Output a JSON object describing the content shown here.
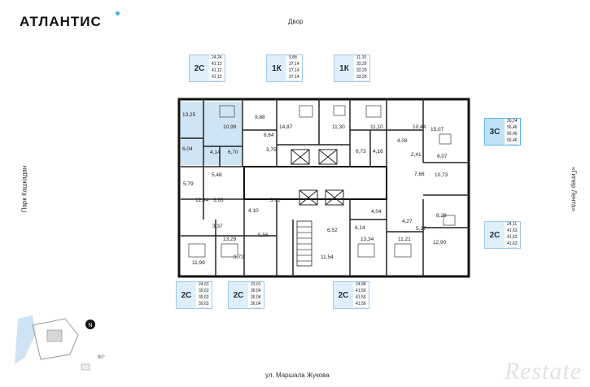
{
  "brand": {
    "name": "АТЛАНТИС",
    "accent": "#35b5e6"
  },
  "streets": {
    "top": "Двор",
    "bottom": "ул. Маршала Жукова",
    "left": "Парк Кашкадан",
    "right": "«Гипер Лента»"
  },
  "cards": [
    {
      "code": "2С",
      "values": [
        "24,24",
        "41,12",
        "41,12",
        "41,12"
      ]
    },
    {
      "code": "1К",
      "values": [
        "9,88",
        "37,14",
        "37,14",
        "37,14"
      ]
    },
    {
      "code": "1К",
      "values": [
        "11,10",
        "33,29",
        "33,29",
        "33,29"
      ]
    },
    {
      "code": "3С",
      "values": [
        "36,24",
        "56,46",
        "56,46",
        "56,46"
      ]
    },
    {
      "code": "2С",
      "values": [
        "24,11",
        "41,63",
        "41,63",
        "41,63"
      ]
    },
    {
      "code": "2С",
      "values": [
        "24,63",
        "39,63",
        "39,63",
        "39,63"
      ]
    },
    {
      "code": "2С",
      "values": [
        "23,01",
        "36,04",
        "36,04",
        "36,04"
      ]
    },
    {
      "code": "2С",
      "values": [
        "24,88",
        "41,56",
        "41,56",
        "41,56"
      ]
    }
  ],
  "rooms": [
    "13,25",
    "10,99",
    "6,04",
    "4,14",
    "6,70",
    "9,88",
    "8,64",
    "14,87",
    "3,75",
    "11,30",
    "11,10",
    "10,44",
    "15,07",
    "6,73",
    "4,16",
    "4,08",
    "2,41",
    "6,07",
    "10,73",
    "7,66",
    "5,48",
    "5,79",
    "12,94",
    "3,63",
    "3,61",
    "4,10",
    "3,37",
    "5,56",
    "13,29",
    "11,99",
    "9,72",
    "6,52",
    "6,14",
    "4,04",
    "4,27",
    "8,28",
    "5,17",
    "12,90",
    "13,34",
    "11,21",
    "11,54"
  ],
  "compass": {
    "label": "N"
  },
  "scale": {
    "label": "90°"
  },
  "watermark": "Restate",
  "colors": {
    "selected_fill": "#cfe5f5",
    "wall": "#111111"
  }
}
